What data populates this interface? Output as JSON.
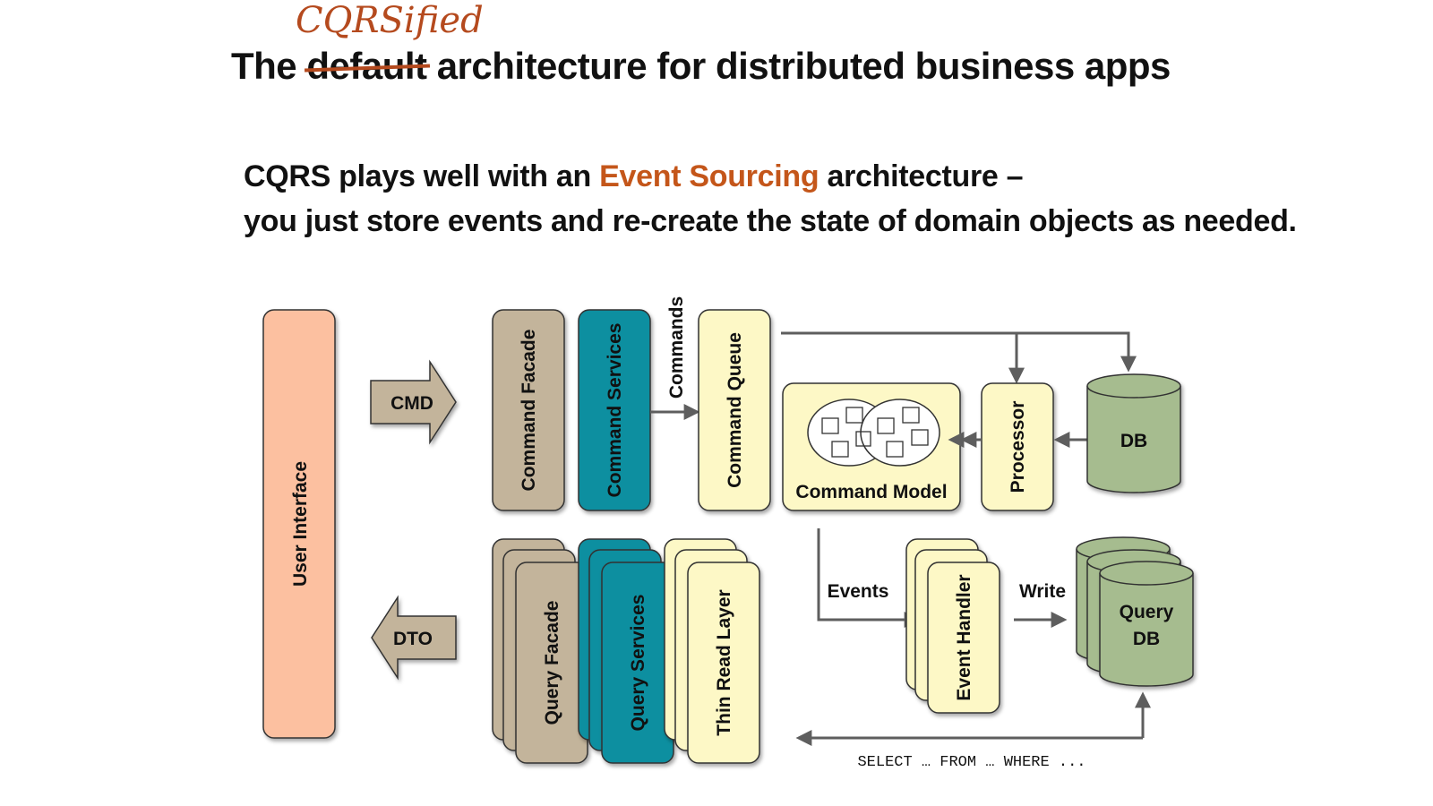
{
  "title": {
    "prefix": "The",
    "struck_word": "default",
    "rest": "architecture for distributed business apps",
    "handwritten_replacement": "CQRSified"
  },
  "subtitle": {
    "line1_before": "CQRS plays well with an",
    "line1_highlight": "Event Sourcing",
    "line1_after": "architecture –",
    "line2": "you just store events and re-create the state of domain objects as needed."
  },
  "diagram": {
    "user_interface": "User Interface",
    "cmd_arrow": "CMD",
    "dto_arrow": "DTO",
    "command_facade": "Command Facade",
    "command_services": "Command Services",
    "commands_label": "Commands",
    "command_queue": "Command Queue",
    "command_model": "Command Model",
    "processor": "Processor",
    "db": "DB",
    "query_facade": "Query Facade",
    "query_services": "Query Services",
    "thin_read_layer": "Thin Read Layer",
    "events_label": "Events",
    "event_handler": "Event Handler",
    "write_label": "Write",
    "query_db_line1": "Query",
    "query_db_line2": "DB",
    "select_label": "SELECT … FROM … WHERE ..."
  },
  "colors": {
    "orange_title": "#b54a1e",
    "accent": "#c4561a",
    "ui_salmon": "#fcc0a0",
    "tan": "#c3b49b",
    "teal": "#0e8fa0",
    "cream": "#fdf8c6",
    "db_green": "#a6bc8f",
    "arrow_grey": "#5e5e5e"
  }
}
